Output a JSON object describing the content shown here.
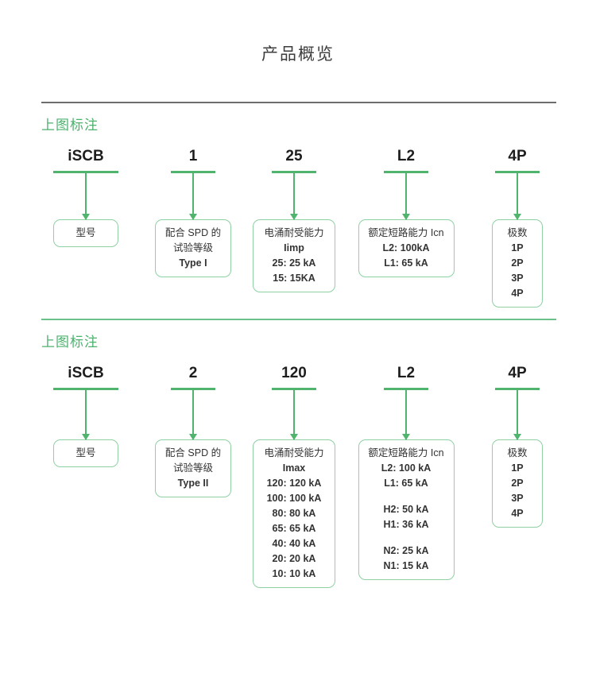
{
  "title": "产品概览",
  "sections": [
    {
      "heading": "上图标注",
      "divider_color": "#6d6d6d",
      "columns": [
        {
          "code": "iSCB",
          "box_lines": [
            "型号"
          ],
          "connector_height": 58
        },
        {
          "code": "1",
          "box_lines": [
            "配合 SPD 的",
            "试验等级",
            "Type I"
          ],
          "connector_height": 58
        },
        {
          "code": "25",
          "box_lines": [
            "电涌耐受能力",
            "Iimp",
            "25: 25 kA",
            "15: 15KA"
          ],
          "connector_height": 58
        },
        {
          "code": "L2",
          "box_lines": [
            "额定短路能力 Icn",
            "L2: 100kA",
            "L1: 65 kA"
          ],
          "connector_height": 58
        },
        {
          "code": "4P",
          "box_lines": [
            "极数",
            "1P",
            "2P",
            "3P",
            "4P"
          ],
          "connector_height": 58
        }
      ]
    },
    {
      "heading": "上图标注",
      "divider_color": "#6ec08a",
      "columns": [
        {
          "code": "iSCB",
          "box_lines": [
            "型号"
          ],
          "connector_height": 62
        },
        {
          "code": "2",
          "box_lines": [
            "配合 SPD 的",
            "试验等级",
            "Type II"
          ],
          "connector_height": 62
        },
        {
          "code": "120",
          "box_lines": [
            "电涌耐受能力",
            "Imax",
            "120: 120 kA",
            "100: 100 kA",
            "80: 80 kA",
            "65: 65 kA",
            "40: 40 kA",
            "20: 20 kA",
            "10: 10 kA"
          ],
          "connector_height": 62
        },
        {
          "code": "L2",
          "box_lines": [
            "额定短路能力 Icn",
            "L2: 100 kA",
            "L1: 65 kA",
            "",
            "H2: 50 kA",
            "H1: 36 kA",
            "",
            "N2: 25 kA",
            "N1: 15 kA"
          ],
          "connector_height": 62
        },
        {
          "code": "4P",
          "box_lines": [
            "极数",
            "1P",
            "2P",
            "3P",
            "4P"
          ],
          "connector_height": 62
        }
      ]
    }
  ],
  "colors": {
    "green": "#51b46e",
    "heading_green": "#4db16e",
    "box_border": "#8fd0a4",
    "divider_gray": "#6d6d6d",
    "text": "#333333"
  }
}
